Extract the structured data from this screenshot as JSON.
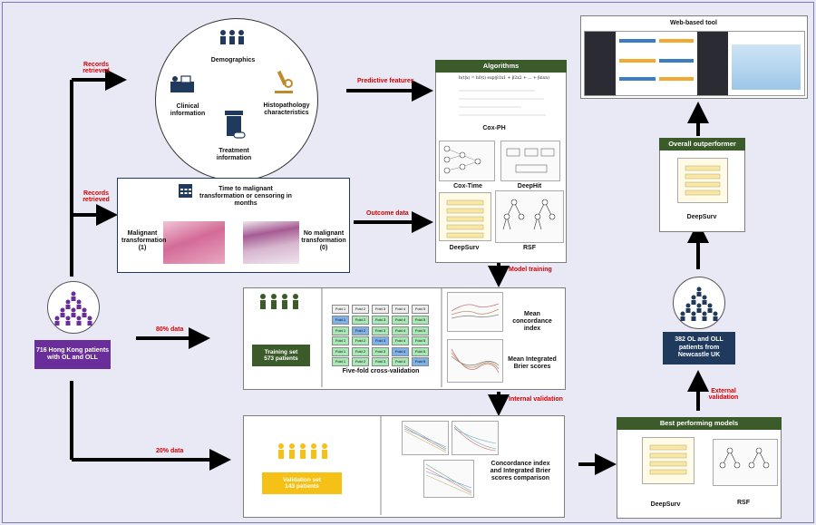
{
  "patients_hk": {
    "label": "716 Hong Kong patients with OL and OLL"
  },
  "arrows": {
    "records_retrieved_1": "Records retrieved",
    "records_retrieved_2": "Records retrieved",
    "predictive_features": "Predictive features",
    "outcome_data": "Outcome data",
    "model_training": "Model training",
    "internal_validation": "Internal validation",
    "external_validation": "External validation",
    "pct_80": "80% data",
    "pct_20": "20% data"
  },
  "features": {
    "demographics": "Demographics",
    "clinical": "Clinical information",
    "histopathology": "Histopathology characteristics",
    "treatment": "Treatment information"
  },
  "outcome": {
    "title": "Time to malignant transformation or censoring in months",
    "malignant": "Malignant transformation (1)",
    "no_malignant": "No malignant transformation (0)"
  },
  "algorithms": {
    "header": "Algorithms",
    "equation": "h(t|x) = h0(t) exp(β1x1 + β2x2 + ... + βnxn)",
    "coxph": "Cox-PH",
    "coxtime": "Cox-Time",
    "deephit": "DeepHit",
    "deepsurv": "DeepSurv",
    "rsf": "RSF"
  },
  "training": {
    "set_label": "Training set",
    "set_count": "573 patients",
    "cv_label": "Five-fold cross-validation",
    "fold_headers": [
      "Fold 1",
      "Fold 2",
      "Fold 3",
      "Fold 4",
      "Fold 5"
    ],
    "mean_cindex": "Mean concordance index",
    "mean_ibs": "Mean Integrated Brier scores"
  },
  "validation": {
    "set_label": "Validation set",
    "set_count": "143 patients",
    "comparison": "Concordance index and Integrated Brier scores comparison"
  },
  "best": {
    "header": "Best performing models",
    "deepsurv": "DeepSurv",
    "rsf": "RSF"
  },
  "newcastle": {
    "label": "382 OL and OLL patients from Newcastle UK"
  },
  "overall": {
    "header": "Overall outperformer",
    "model": "DeepSurv"
  },
  "webtool": {
    "title": "Web-based tool"
  },
  "colors": {
    "green": "#3b5b2a",
    "purple": "#6a2e9a",
    "navy": "#1f3a5c",
    "yellow": "#f5c116",
    "red": "#d40000"
  }
}
